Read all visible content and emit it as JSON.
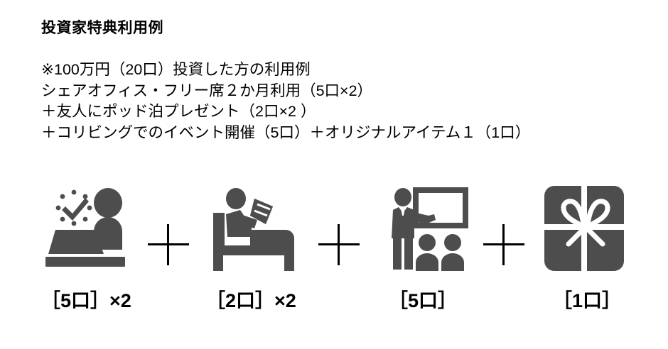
{
  "document": {
    "title": "投資家特典利用例",
    "body_lines": [
      "※100万円（20口）投資した方の利用例",
      "シェアオフィス・フリー席２か月利用（5口×2）",
      "＋友人にポッド泊プレゼント（2口×2 ）",
      "＋コリビングでのイベント開催（5口）＋オリジナルアイテム１（1口）"
    ]
  },
  "colors": {
    "text": "#000000",
    "icon": "#4d4d4d",
    "background": "#ffffff",
    "plus": "#000000"
  },
  "icon_row": {
    "items": [
      {
        "icon": "person-at-laptop-with-clock-icon",
        "caption": "［5口］×2"
      },
      {
        "icon": "person-reading-in-bed-icon",
        "caption": "［2口］×2"
      },
      {
        "icon": "presenter-with-whiteboard-and-audience-icon",
        "caption": "［5口］"
      },
      {
        "icon": "gift-box-with-ribbon-icon",
        "caption": "［1口］"
      }
    ],
    "separators": [
      "＋",
      "＋",
      "＋"
    ]
  }
}
